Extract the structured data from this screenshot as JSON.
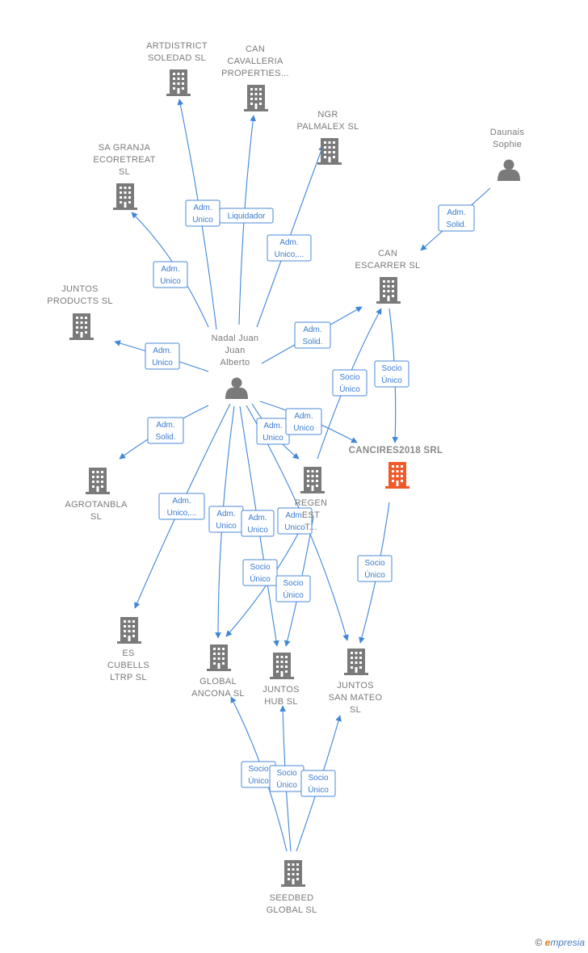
{
  "colors": {
    "edge": "#3f86d9",
    "node_gray": "#7a7a7a",
    "node_focus": "#f05a28",
    "label_blue": "#3a7bd0"
  },
  "nodes": [
    {
      "id": "artdistrict",
      "type": "company",
      "lines": [
        "ARTDISTRICT",
        "SOLEDAD  SL"
      ]
    },
    {
      "id": "cancavalleria",
      "type": "company",
      "lines": [
        "CAN",
        "CAVALLERIA",
        "PROPERTIES..."
      ]
    },
    {
      "id": "ngr",
      "type": "company",
      "lines": [
        "NGR",
        "PALMALEX  SL"
      ]
    },
    {
      "id": "sagranja",
      "type": "company",
      "lines": [
        "SA GRANJA",
        "ECORETREAT",
        "SL"
      ]
    },
    {
      "id": "daunais",
      "type": "person",
      "lines": [
        "Daunais",
        "Sophie"
      ]
    },
    {
      "id": "canescarrer",
      "type": "company",
      "lines": [
        "CAN",
        "ESCARRER  SL"
      ]
    },
    {
      "id": "juntosproducts",
      "type": "company",
      "lines": [
        "JUNTOS",
        "PRODUCTS  SL"
      ]
    },
    {
      "id": "nadal",
      "type": "person",
      "lines": [
        "Nadal Juan",
        "Juan",
        "Alberto"
      ]
    },
    {
      "id": "cancires",
      "type": "focus",
      "lines": [
        "CANCIRES2018 SRL"
      ]
    },
    {
      "id": "agrotanbla",
      "type": "company",
      "lines": [
        "AGROTANBLA",
        "SL"
      ]
    },
    {
      "id": "regen",
      "type": "company",
      "lines": [
        "REGEN",
        "EST",
        "T..."
      ]
    },
    {
      "id": "escubells",
      "type": "company",
      "lines": [
        "ES",
        "CUBELLS",
        "LTRP  SL"
      ]
    },
    {
      "id": "globalancona",
      "type": "company",
      "lines": [
        "GLOBAL",
        "ANCONA  SL"
      ]
    },
    {
      "id": "juntoshub",
      "type": "company",
      "lines": [
        "JUNTOS",
        "HUB  SL"
      ]
    },
    {
      "id": "juntossanmateo",
      "type": "company",
      "lines": [
        "JUNTOS",
        "SAN MATEO",
        "SL"
      ]
    },
    {
      "id": "seedbed",
      "type": "company",
      "lines": [
        "SEEDBED",
        "GLOBAL  SL"
      ]
    }
  ],
  "edges": [
    {
      "id": "e1",
      "label": [
        "Adm.",
        "Unico"
      ]
    },
    {
      "id": "e2",
      "label": [
        "Liquidador"
      ]
    },
    {
      "id": "e3",
      "label": [
        "Adm.",
        "Unico,..."
      ]
    },
    {
      "id": "e4",
      "label": [
        "Adm.",
        "Unico"
      ]
    },
    {
      "id": "e5",
      "label": [
        "Adm.",
        "Solid."
      ]
    },
    {
      "id": "e6",
      "label": [
        "Adm.",
        "Unico"
      ]
    },
    {
      "id": "e7",
      "label": [
        "Adm.",
        "Solid."
      ]
    },
    {
      "id": "e8",
      "label": [
        "Socio",
        "Único"
      ]
    },
    {
      "id": "e9",
      "label": [
        "Socio",
        "Único"
      ]
    },
    {
      "id": "e10",
      "label": [
        "Adm.",
        "Solid."
      ]
    },
    {
      "id": "e11",
      "label": [
        "Adm.",
        "Unico"
      ]
    },
    {
      "id": "e12",
      "label": [
        "Adm.",
        "Unico"
      ]
    },
    {
      "id": "e13",
      "label": [
        "Adm.",
        "Unico,..."
      ]
    },
    {
      "id": "e14",
      "label": [
        "Adm.",
        "Unico"
      ]
    },
    {
      "id": "e15",
      "label": [
        "Adm.",
        "Unico"
      ]
    },
    {
      "id": "e16",
      "label": [
        "Adm.",
        "Unico"
      ]
    },
    {
      "id": "e17",
      "label": [
        "Socio",
        "Único"
      ]
    },
    {
      "id": "e18",
      "label": [
        "Socio",
        "Único"
      ]
    },
    {
      "id": "e19",
      "label": [
        "Socio",
        "Único"
      ]
    },
    {
      "id": "e20",
      "label": [
        "Socio",
        "Único"
      ]
    },
    {
      "id": "e21",
      "label": [
        "Socio",
        "Único"
      ]
    },
    {
      "id": "e22",
      "label": [
        "Socio",
        "Único"
      ]
    }
  ],
  "footer": {
    "copyright": "©",
    "brand_initial": "e",
    "brand_rest": "mpresia"
  }
}
